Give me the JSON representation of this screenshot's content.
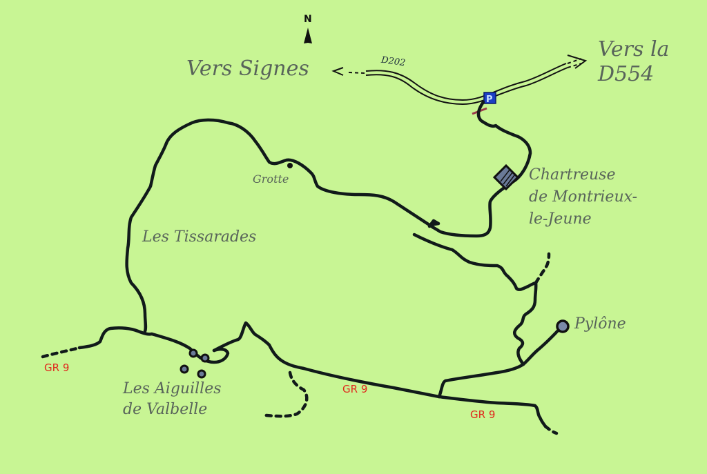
{
  "map": {
    "background_color": "#c8f594",
    "trail_color": "#111a1a",
    "gr_label_color": "#e0281c",
    "text_color": "#58645a",
    "north_label": "N",
    "road_label": "D202",
    "directions": {
      "west": "Vers Signes",
      "east_line1": "Vers la",
      "east_line2": "D554"
    },
    "places": {
      "grotte": "Grotte",
      "tissarades": "Les Tissarades",
      "chartreuse_line1": "Chartreuse",
      "chartreuse_line2": "de Montrieux-",
      "chartreuse_line3": "le-Jeune",
      "pylone": "Pylône",
      "aiguilles_line1": "Les Aiguilles",
      "aiguilles_line2": "de Valbelle"
    },
    "trail_labels": [
      "GR 9",
      "GR 9",
      "GR 9"
    ],
    "icons": [
      "north-arrow-icon",
      "parking-icon",
      "barrier-icon",
      "monastery-icon",
      "pylon-icon",
      "rock-icon",
      "cave-icon"
    ]
  }
}
